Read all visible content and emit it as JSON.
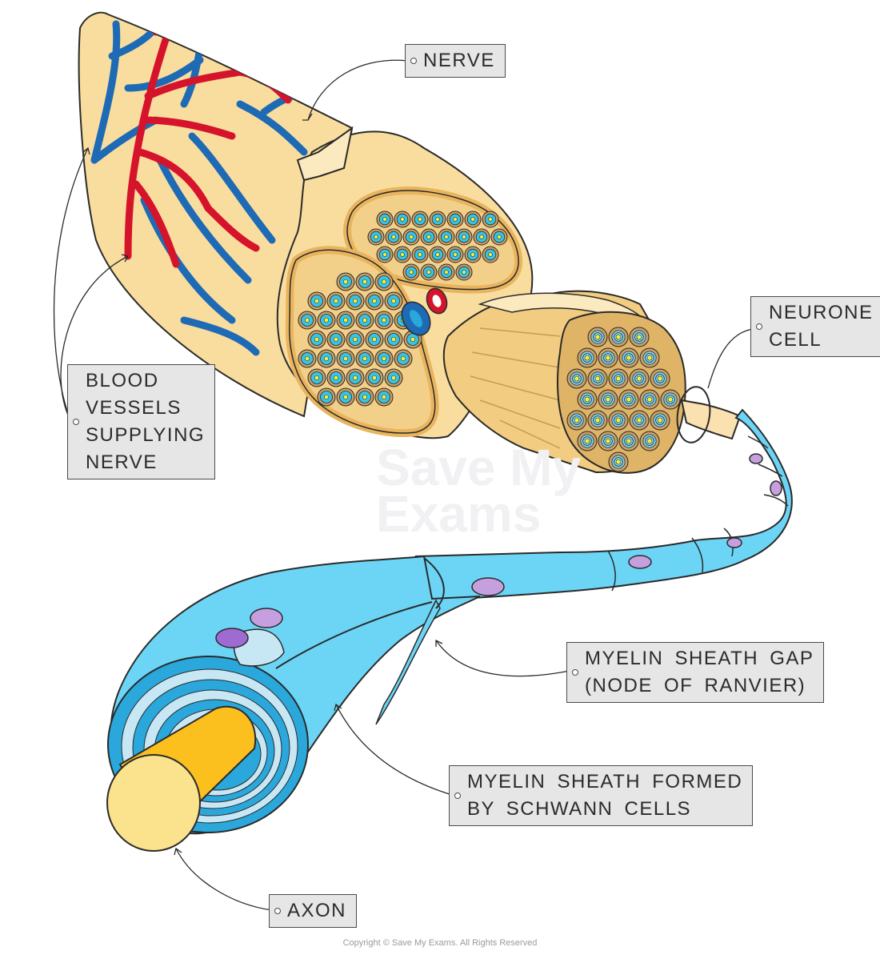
{
  "labels": {
    "nerve": [
      "NERVE"
    ],
    "neurone_cell": [
      "NEURONE",
      "CELL"
    ],
    "blood_vessels": [
      "BLOOD",
      "VESSELS",
      "SUPPLYING",
      "NERVE"
    ],
    "myelin_gap": [
      "MYELIN SHEATH GAP",
      "(NODE OF RANVIER)"
    ],
    "myelin_sheath": [
      "MYELIN SHEATH FORMED",
      "BY SCHWANN CELLS"
    ],
    "axon": [
      "AXON"
    ]
  },
  "watermark": [
    "Save My",
    "Exams"
  ],
  "copyright": "Copyright © Save My Exams. All Rights Reserved",
  "colors": {
    "nerve_tissue": "#f9dd9f",
    "nerve_outline": "#2a2a2a",
    "perineurium": "#e9b45e",
    "fascicle_fill": "#f3d089",
    "fibre_ring": "#c8a068",
    "fibre_core": "#35c5e8",
    "fibre_dot": "#f7ee3c",
    "artery": "#d5142c",
    "vein": "#1e6ab5",
    "schwann_cell": "#6cd5f6",
    "myelin_dark": "#2aa8dc",
    "myelin_light": "#c7e7f4",
    "axon": "#fbbf1e",
    "axon_face": "#fbe28c",
    "nucleus": "#c6a0de",
    "label_bg": "#e6e6e6"
  }
}
